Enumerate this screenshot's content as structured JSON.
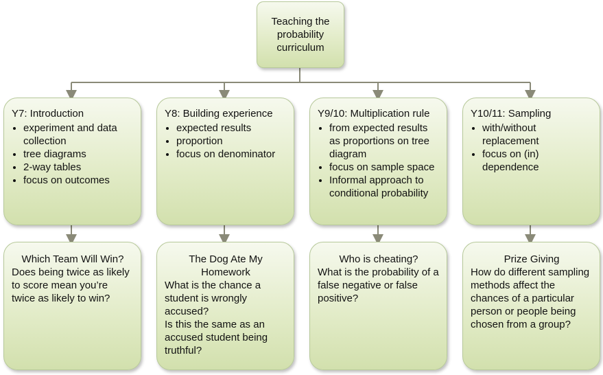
{
  "root": {
    "title": "Teaching the probability curriculum"
  },
  "stages": [
    {
      "title": "Y7: Introduction",
      "items": [
        "experiment and data collection",
        "tree diagrams",
        "2-way tables",
        "focus on outcomes"
      ]
    },
    {
      "title": "Y8: Building experience",
      "items": [
        "expected results",
        "proportion",
        "focus on denominator"
      ]
    },
    {
      "title": "Y9/10: Multiplication rule",
      "items": [
        "from expected results as proportions on tree diagram",
        "focus on sample space",
        "Informal approach to conditional probability"
      ]
    },
    {
      "title": "Y10/11: Sampling",
      "items": [
        "with/without replacement",
        "focus on (in) dependence"
      ]
    }
  ],
  "activities": [
    {
      "title": "Which Team Will Win?",
      "text": "Does being twice as likely to score mean you’re twice as likely to win?"
    },
    {
      "title": "The Dog Ate My Homework",
      "text": "What is the chance a student is wrongly accused?\nIs this the same as an accused student being truthful?"
    },
    {
      "title": "Who is cheating?",
      "text": "What is the probability of a false negative or false positive?"
    },
    {
      "title": "Prize Giving",
      "text": "How do different sampling methods affect the chances of a particular person or people being chosen from a group?"
    }
  ],
  "colors": {
    "connector": "#8a8a78",
    "box_border": "#b7c99a",
    "box_fill_top": "#f6f9ee",
    "box_fill_bottom": "#d2e0ad"
  }
}
